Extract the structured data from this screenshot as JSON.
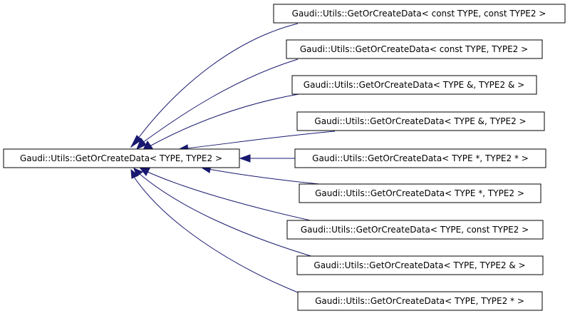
{
  "diagram": {
    "type": "inheritance-graph",
    "edge_color": "#191970",
    "base": {
      "label": "Gaudi::Utils::GetOrCreateData< TYPE, TYPE2 >"
    },
    "derived": [
      {
        "label": "Gaudi::Utils::GetOrCreateData< const TYPE, const TYPE2 >"
      },
      {
        "label": "Gaudi::Utils::GetOrCreateData< const TYPE, TYPE2 >"
      },
      {
        "label": "Gaudi::Utils::GetOrCreateData< TYPE &, TYPE2 & >"
      },
      {
        "label": "Gaudi::Utils::GetOrCreateData< TYPE &, TYPE2 >"
      },
      {
        "label": "Gaudi::Utils::GetOrCreateData< TYPE *, TYPE2 * >"
      },
      {
        "label": "Gaudi::Utils::GetOrCreateData< TYPE *, TYPE2 >"
      },
      {
        "label": "Gaudi::Utils::GetOrCreateData< TYPE, const TYPE2 >"
      },
      {
        "label": "Gaudi::Utils::GetOrCreateData< TYPE, TYPE2 & >"
      },
      {
        "label": "Gaudi::Utils::GetOrCreateData< TYPE, TYPE2 * >"
      }
    ]
  }
}
